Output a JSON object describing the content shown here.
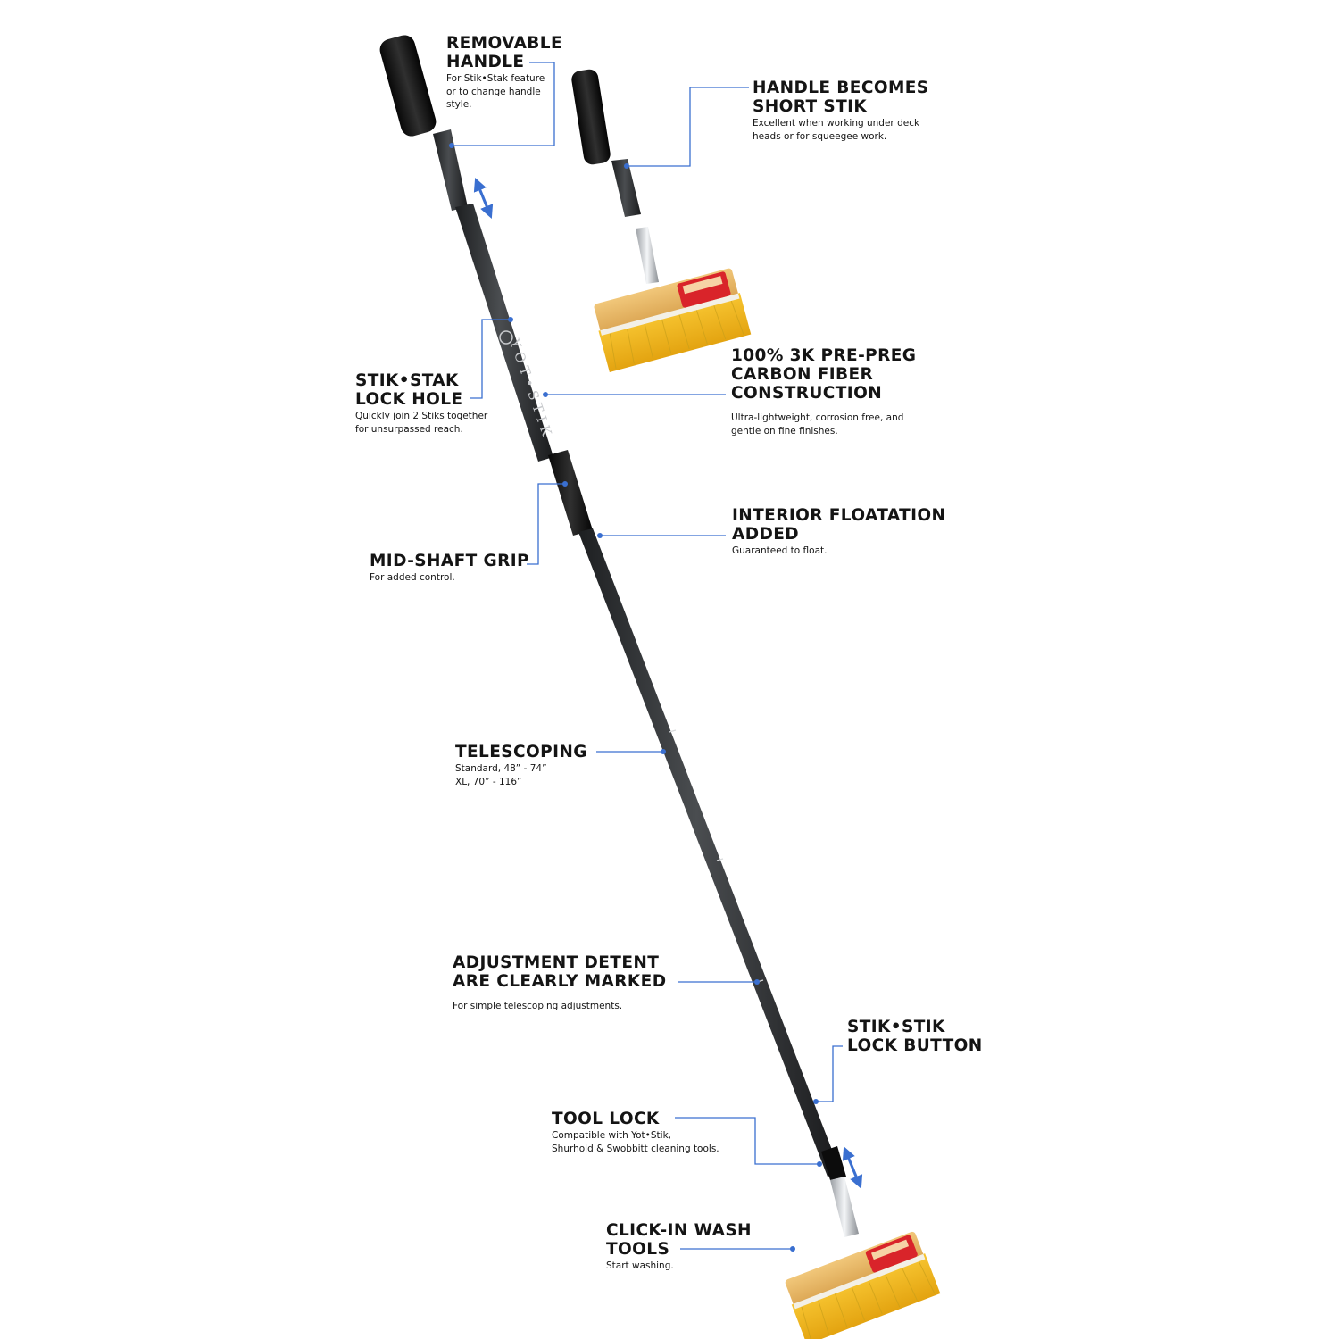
{
  "brand": {
    "shaft_text": "YOT•STIK"
  },
  "colors": {
    "leader": "#3a6fd0",
    "shaft": "#2b2d2f",
    "grip": "#141414",
    "bristle": "#f0b823",
    "block": "#e9b763",
    "label": "#d9242a"
  },
  "callouts": {
    "removable_handle": {
      "title": [
        "REMOVABLE",
        "HANDLE"
      ],
      "desc": [
        "For Stik•Stak feature",
        "or to change handle",
        "style."
      ]
    },
    "short_stik": {
      "title": [
        "HANDLE BECOMES",
        "SHORT STIK"
      ],
      "desc": [
        "Excellent when working under deck",
        "heads or for squeegee work."
      ]
    },
    "carbon_fiber": {
      "title": [
        "100% 3K PRE-PREG",
        "CARBON FIBER",
        "CONSTRUCTION"
      ],
      "desc": [
        "Ultra-lightweight, corrosion free, and",
        "gentle on fine finishes."
      ]
    },
    "lock_hole": {
      "title": [
        "STIK•STAK",
        "LOCK HOLE"
      ],
      "desc": [
        "Quickly join 2 Stiks together",
        "for unsurpassed reach."
      ]
    },
    "floatation": {
      "title": [
        "INTERIOR FLOATATION",
        "ADDED"
      ],
      "desc": [
        "Guaranteed to float."
      ]
    },
    "mid_grip": {
      "title": [
        "MID-SHAFT GRIP"
      ],
      "desc": [
        "For added control."
      ]
    },
    "telescoping": {
      "title": [
        "TELESCOPING"
      ],
      "desc": [
        "Standard, 48” - 74”",
        "XL,  70” - 116”"
      ]
    },
    "detent": {
      "title": [
        "ADJUSTMENT DETENT",
        "ARE CLEARLY MARKED"
      ],
      "desc": [
        "For simple telescoping adjustments."
      ]
    },
    "lock_button": {
      "title": [
        "STIK•STIK",
        "LOCK BUTTON"
      ],
      "desc": []
    },
    "tool_lock": {
      "title": [
        "TOOL LOCK"
      ],
      "desc": [
        "Compatible with Yot•Stik,",
        "Shurhold & Swobbitt cleaning tools."
      ]
    },
    "wash_tools": {
      "title": [
        "CLICK-IN WASH",
        "TOOLS"
      ],
      "desc": [
        "Start washing."
      ]
    }
  }
}
